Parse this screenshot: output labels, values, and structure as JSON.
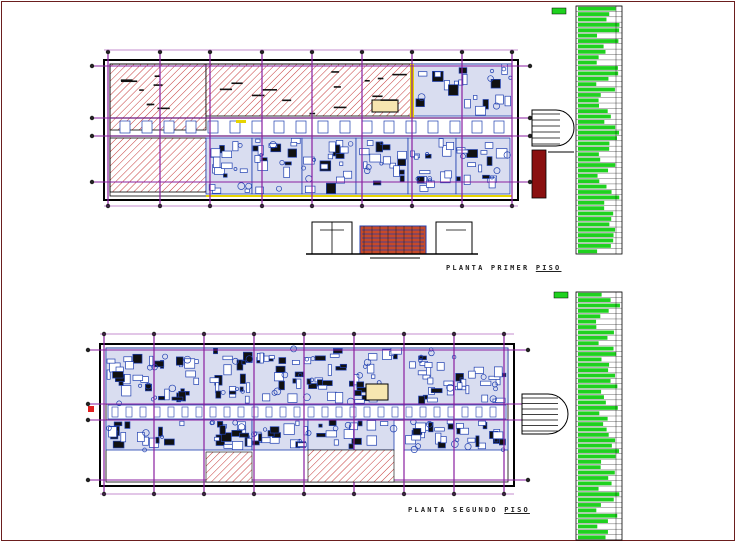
{
  "drawing": {
    "plan_top": {
      "caption_main": "PLANTA PRIMER",
      "caption_last": "PISO"
    },
    "plan_bottom": {
      "caption_main": "PLANTA SEGUNDO",
      "caption_last": "PISO"
    }
  },
  "colors": {
    "frame": "#6b1e1e",
    "wall": "#000000",
    "furniture": "#1f3fb0",
    "furniture_fill": "#d9ddf0",
    "grid_line": "#8a1fa0",
    "hatch": "#c53a3a",
    "dimension": "#8a1fa0",
    "legend_green": "#1fd11f",
    "yellow": "#e6d400",
    "red": "#e02020"
  }
}
